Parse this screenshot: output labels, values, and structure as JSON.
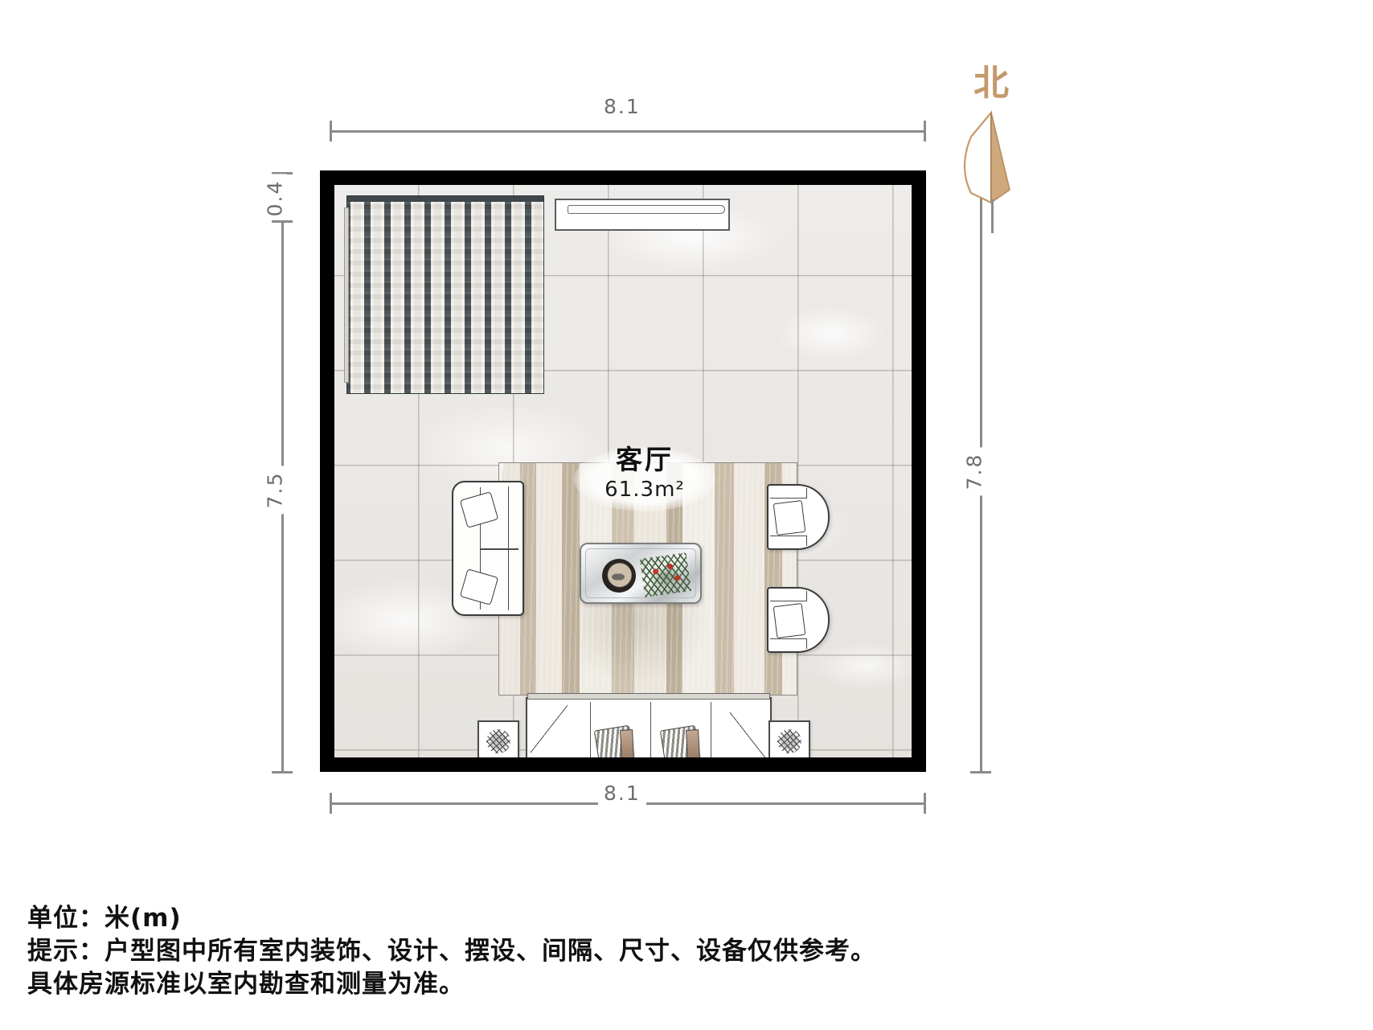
{
  "plan": {
    "room_name": "客厅",
    "room_area": "61.3m²",
    "compass_label": "北",
    "compass_icon": "north-arrow-icon",
    "accent_color": "#c49a6c",
    "wall_color": "#000000",
    "dimension_text_color": "#6e6e6e"
  },
  "dimensions": {
    "top": {
      "label": "8.1",
      "unit": "m",
      "position": "top"
    },
    "bottom": {
      "label": "8.1",
      "unit": "m",
      "position": "bottom"
    },
    "left_upper": {
      "label": "0.4",
      "unit": "m",
      "position": "left-upper"
    },
    "left_main": {
      "label": "7.5",
      "unit": "m",
      "position": "left-main"
    },
    "right": {
      "label": "7.8",
      "unit": "m",
      "position": "right"
    }
  },
  "furniture": [
    {
      "id": "slat-panel",
      "name": "wood-slat-partition"
    },
    {
      "id": "console-cabinet",
      "name": "console-cabinet"
    },
    {
      "id": "area-rug",
      "name": "area-rug"
    },
    {
      "id": "loveseat",
      "name": "loveseat"
    },
    {
      "id": "coffee-table",
      "name": "coffee-table"
    },
    {
      "id": "armchair-1",
      "name": "armchair"
    },
    {
      "id": "armchair-2",
      "name": "armchair"
    },
    {
      "id": "main-sofa",
      "name": "three-seat-sofa"
    },
    {
      "id": "side-table-left",
      "name": "side-table-with-plant"
    },
    {
      "id": "side-table-right",
      "name": "side-table-with-plant"
    }
  ],
  "footer": {
    "line1": "单位：米(m)",
    "line2": "提示：户型图中所有室内装饰、设计、摆设、间隔、尺寸、设备仅供参考。",
    "line3": "具体房源标准以室内勘查和测量为准。"
  }
}
